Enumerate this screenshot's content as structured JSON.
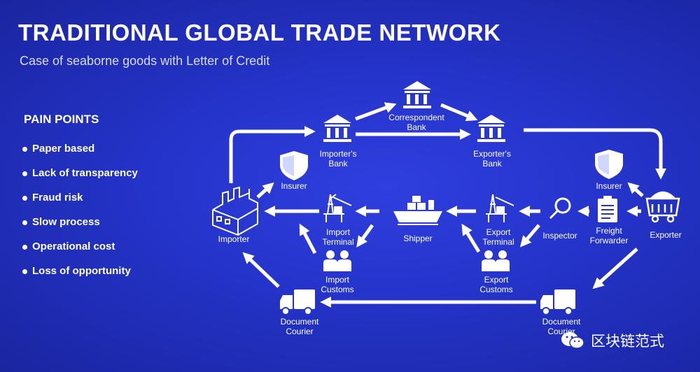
{
  "header": {
    "title": "TRADITIONAL GLOBAL TRADE NETWORK",
    "subtitle": "Case of seaborne goods with Letter of Credit"
  },
  "pain_points": {
    "heading": "PAIN POINTS",
    "items": [
      "Paper based",
      "Lack of transparency",
      "Fraud risk",
      "Slow process",
      "Operational cost",
      "Loss of opportunity"
    ]
  },
  "nodes": {
    "correspondent_bank": "Correspondent Bank",
    "importers_bank": "Importer's Bank",
    "exporters_bank": "Exporter's Bank",
    "insurer_left": "Insurer",
    "insurer_right": "Insurer",
    "importer": "Importer",
    "import_terminal": "Import Terminal",
    "shipper": "Shipper",
    "export_terminal": "Export Terminal",
    "inspector": "Inspector",
    "freight_forwarder": "Freight Forwarder",
    "exporter": "Exporter",
    "import_customs": "Import Customs",
    "export_customs": "Export Customs",
    "document_courier_left": "Document Courier",
    "document_courier_right": "Document Courier"
  },
  "watermark": {
    "text": "区块链范式",
    "icon": "wechat-icon"
  },
  "colors": {
    "background": "#2433c8",
    "foreground": "#ffffff"
  }
}
